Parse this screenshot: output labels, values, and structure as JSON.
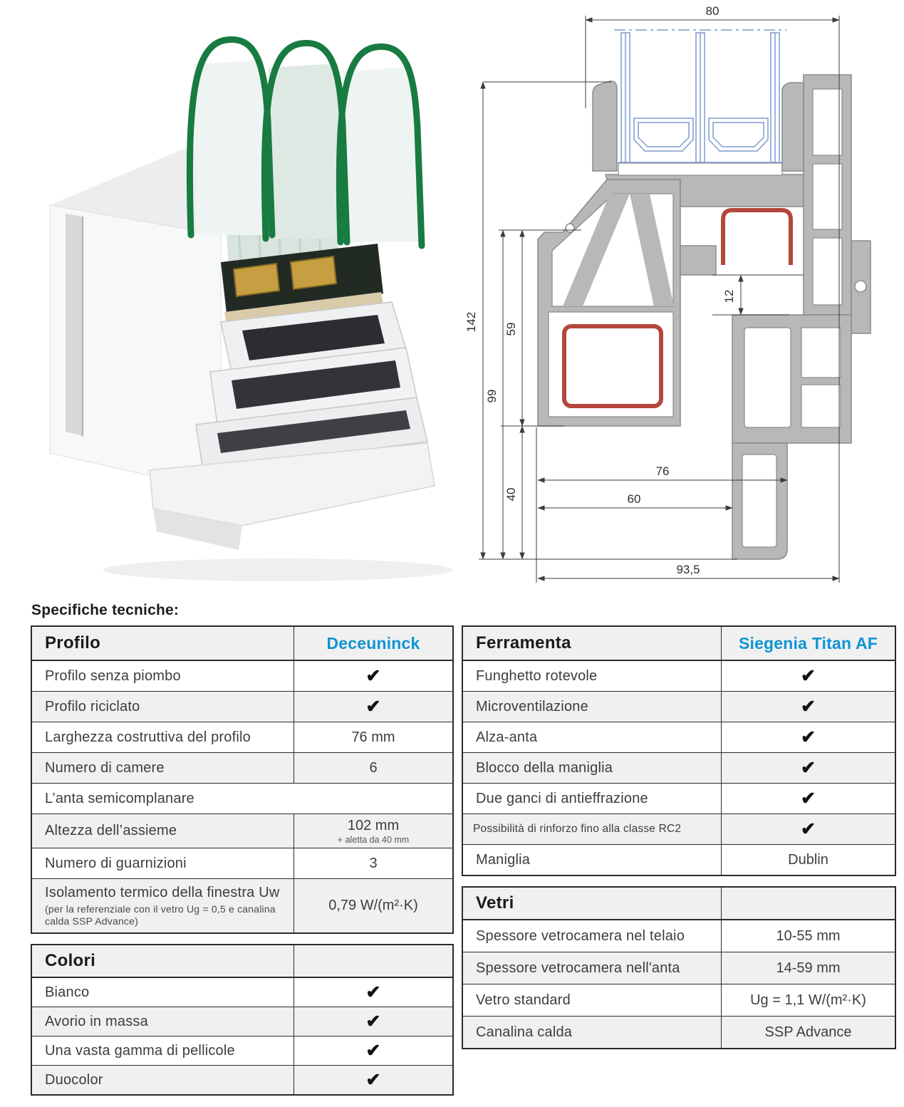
{
  "page": {
    "heading": "Specifiche tecniche:"
  },
  "figures": {
    "photo": {
      "alt": "Corner sample of white uPVC window profile with triple glazing",
      "colors": {
        "pvc": "#f7f8f9",
        "pvc_shade": "#e8e9ea",
        "glass_edge": "#187b42",
        "glass_pale": "#dfe9e4",
        "spacer_gold": "#c69f42",
        "cavity": "#2c2d30"
      }
    },
    "drawing": {
      "alt": "Technical cross-section of frame and sash with dimensions in mm",
      "dims": {
        "width_top": "80",
        "height_total": "142",
        "height_99": "99",
        "height_59": "59",
        "gap_12": "12",
        "height_40": "40",
        "width_76": "76",
        "width_60": "60",
        "width_bottom": "93,5"
      },
      "colors": {
        "profile": "#b8b8b8",
        "outline": "#8a8a8a",
        "glass": "#7e9ace",
        "reinforcement": "#b4463d",
        "dimension": "#3b3b3b"
      }
    }
  },
  "tables": {
    "profilo": {
      "title": "Profilo",
      "brand": "Deceuninck",
      "rows": [
        {
          "label": "Profilo senza piombo",
          "value": "✔"
        },
        {
          "label": "Profilo riciclato",
          "value": "✔"
        },
        {
          "label": "Larghezza costruttiva del profilo",
          "value": "76 mm"
        },
        {
          "label": "Numero di camere",
          "value": "6"
        },
        {
          "label": "L’anta semicomplanare",
          "value": ""
        },
        {
          "label": "Altezza dell’assieme",
          "value": "102 mm",
          "note": "+ aletta da 40 mm"
        },
        {
          "label": "Numero di guarnizioni",
          "value": "3"
        },
        {
          "label": "Isolamento termico della finestra Uw",
          "sublabel": "(per la referenziale con il vetro Ug = 0,5 e canalina calda SSP Advance)",
          "value": "0,79 W/(m²·K)"
        }
      ]
    },
    "colori": {
      "title": "Colori",
      "rows": [
        {
          "label": "Bianco",
          "value": "✔"
        },
        {
          "label": "Avorio in massa",
          "value": "✔"
        },
        {
          "label": "Una vasta gamma di pellicole",
          "value": "✔"
        },
        {
          "label": "Duocolor",
          "value": "✔"
        }
      ]
    },
    "ferramenta": {
      "title": "Ferramenta",
      "brand": "Siegenia Titan AF",
      "rows": [
        {
          "label": "Funghetto rotevole",
          "value": "✔"
        },
        {
          "label": "Microventilazione",
          "value": "✔"
        },
        {
          "label": "Alza-anta",
          "value": "✔"
        },
        {
          "label": "Blocco della maniglia",
          "value": "✔"
        },
        {
          "label": "Due ganci di antieffrazione",
          "value": "✔"
        },
        {
          "label": "Possibilità di rinforzo fino alla classe RC2",
          "value": "✔"
        },
        {
          "label": "Maniglia",
          "value": "Dublin"
        }
      ]
    },
    "vetri": {
      "title": "Vetri",
      "rows": [
        {
          "label": "Spessore vetrocamera nel telaio",
          "value": "10-55 mm"
        },
        {
          "label": "Spessore vetrocamera nell'anta",
          "value": "14-59 mm"
        },
        {
          "label": "Vetro standard",
          "value": "Ug = 1,1 W/(m²·K)"
        },
        {
          "label": "Canalina calda",
          "value": "SSP Advance"
        }
      ]
    }
  }
}
